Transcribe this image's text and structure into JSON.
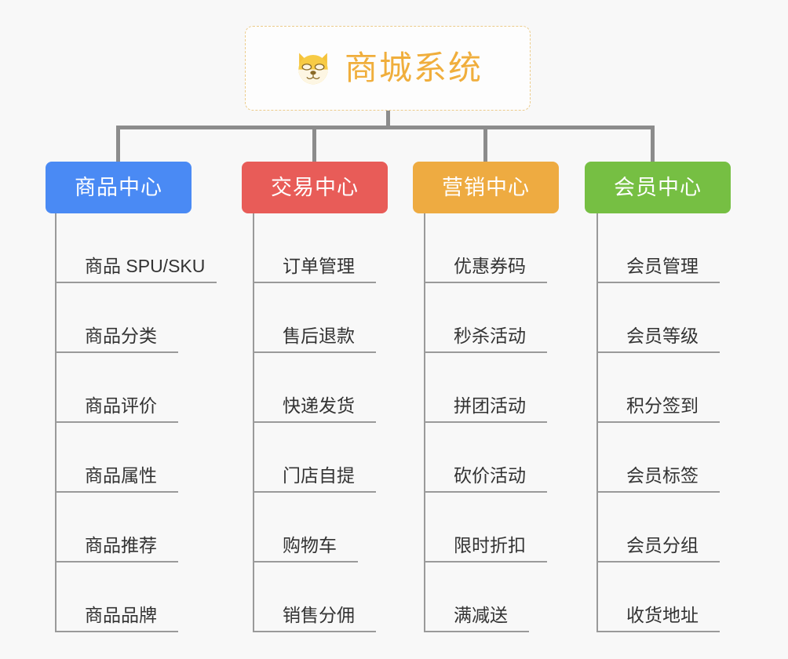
{
  "diagram": {
    "type": "mind-map",
    "background_color": "#f8f8f8",
    "connector_color": "#8c8c8c",
    "leaf_line_color": "#9a9a9a",
    "root": {
      "title": "商城系统",
      "icon": "dog-face-emoji",
      "icon_glyph": "🐶",
      "border_color": "#eccb8a",
      "text_color": "#f0ae3c",
      "background_color": "#fdfdfd"
    },
    "branches": [
      {
        "label": "商品中心",
        "color": "#4a8af4",
        "items": [
          "商品 SPU/SKU",
          "商品分类",
          "商品评价",
          "商品属性",
          "商品推荐",
          "商品品牌"
        ]
      },
      {
        "label": "交易中心",
        "color": "#e85c58",
        "items": [
          "订单管理",
          "售后退款",
          "快递发货",
          "门店自提",
          "购物车",
          "销售分佣"
        ]
      },
      {
        "label": "营销中心",
        "color": "#eeab41",
        "items": [
          "优惠券码",
          "秒杀活动",
          "拼团活动",
          "砍价活动",
          "限时折扣",
          "满减送"
        ]
      },
      {
        "label": "会员中心",
        "color": "#76bf43",
        "items": [
          "会员管理",
          "会员等级",
          "积分签到",
          "会员标签",
          "会员分组",
          "收货地址"
        ]
      }
    ]
  }
}
